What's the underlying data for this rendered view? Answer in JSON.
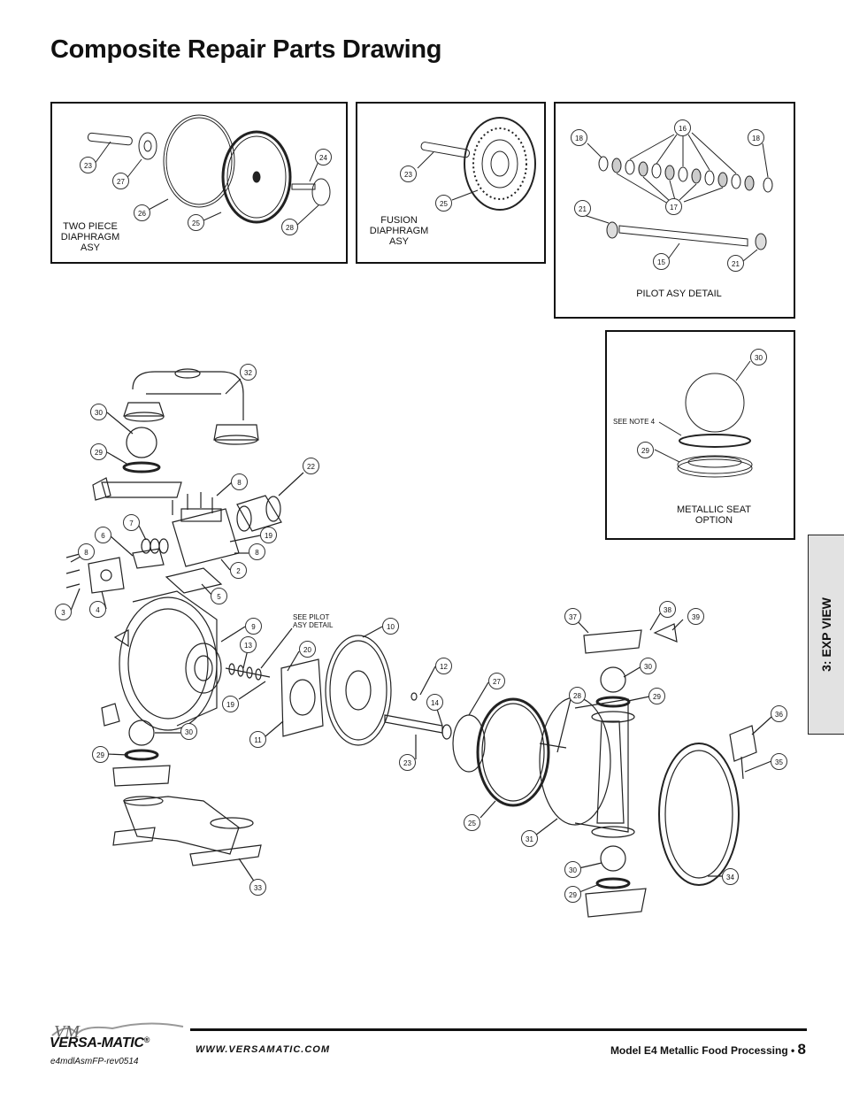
{
  "page": {
    "title": "Composite Repair Parts Drawing",
    "side_tab": "3: EXP VIEW",
    "footer": {
      "website": "WWW.VERSAMATIC.COM",
      "model_text": "Model E4 Metallic Food Processing •",
      "page_number": "8",
      "brand": "VERSA-MATIC",
      "registered": "®",
      "logo_mark": "VM",
      "doc_id": "e4mdlAsmFP-rev0514"
    }
  },
  "panels": {
    "two_piece": {
      "caption": "TWO PIECE\nDIAPHRAGM\nASY",
      "callouts": [
        "23",
        "27",
        "26",
        "25",
        "28",
        "24"
      ]
    },
    "fusion": {
      "caption": "FUSION\nDIAPHRAGM\nASY",
      "callouts": [
        "23",
        "25"
      ]
    },
    "pilot": {
      "caption": "PILOT ASY DETAIL",
      "callouts": [
        "18",
        "16",
        "18",
        "21",
        "17",
        "15",
        "21"
      ]
    },
    "metallic_seat": {
      "caption": "METALLIC SEAT\nOPTION",
      "note": "SEE NOTE 4",
      "callouts": [
        "30",
        "29"
      ]
    }
  },
  "main": {
    "note": "SEE PILOT\nASY DETAIL",
    "callouts": [
      "32",
      "30",
      "29",
      "22",
      "8",
      "7",
      "6",
      "19",
      "8",
      "8",
      "2",
      "5",
      "3",
      "4",
      "9",
      "13",
      "10",
      "20",
      "12",
      "27",
      "14",
      "19",
      "30",
      "11",
      "29",
      "23",
      "28",
      "25",
      "31",
      "37",
      "38",
      "39",
      "30",
      "29",
      "36",
      "35",
      "34",
      "30",
      "29",
      "33"
    ]
  }
}
